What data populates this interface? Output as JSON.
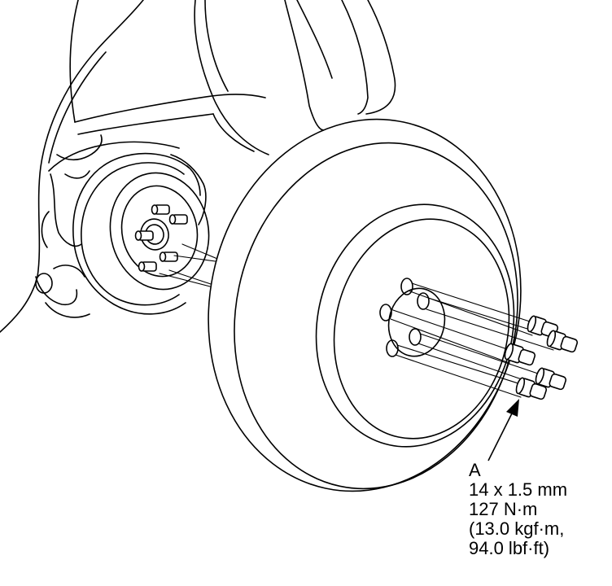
{
  "callout": {
    "letter": "A",
    "size": "14 x 1.5 mm",
    "torque_nm": "127 N·m",
    "torque_kgfm": "(13.0 kgf·m,",
    "torque_lbfft": "94.0 lbf·ft)"
  },
  "icons": {
    "wheel": "wheel-illustration",
    "hub": "brake-disc-hub-illustration",
    "nut": "lug-nut-icon",
    "arrow": "leader-arrow-icon"
  },
  "colors": {
    "line": "#000000",
    "background": "#ffffff"
  }
}
